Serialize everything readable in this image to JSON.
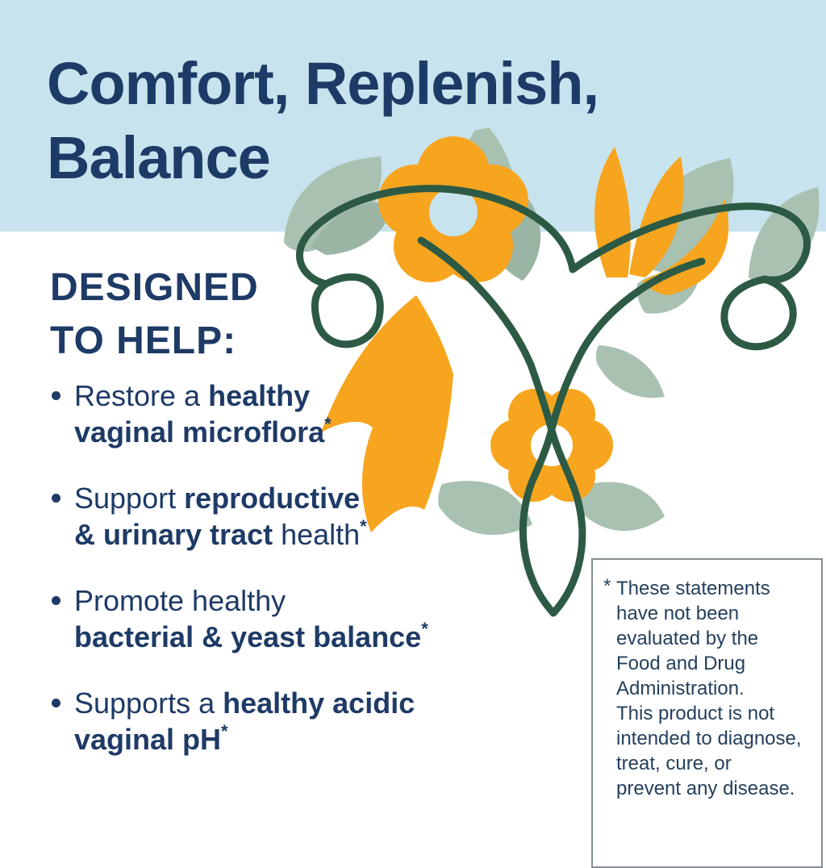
{
  "header": {
    "title": {
      "line1": "Comfort, Replenish,",
      "line2": "Balance"
    },
    "band_color": "#c7e3ee"
  },
  "section_heading": {
    "line1": "DESIGNED",
    "line2": "TO HELP:"
  },
  "bullets": [
    {
      "segments": [
        {
          "t": "Restore a ",
          "b": false
        },
        {
          "t": "healthy",
          "b": true
        },
        {
          "br": true
        },
        {
          "t": "vaginal microflora",
          "b": true
        },
        {
          "sup": "*"
        }
      ]
    },
    {
      "segments": [
        {
          "t": "Support ",
          "b": false
        },
        {
          "t": "reproductive",
          "b": true
        },
        {
          "br": true
        },
        {
          "t": "& urinary tract",
          "b": true
        },
        {
          "t": " health",
          "b": false
        },
        {
          "sup": "*"
        }
      ]
    },
    {
      "segments": [
        {
          "t": "Promote healthy",
          "b": false
        },
        {
          "br": true
        },
        {
          "t": "bacterial & yeast balance",
          "b": true
        },
        {
          "sup": "*"
        }
      ]
    },
    {
      "segments": [
        {
          "t": "Supports a ",
          "b": false
        },
        {
          "t": "healthy acidic",
          "b": true
        },
        {
          "br": true
        },
        {
          "t": "vaginal pH",
          "b": true
        },
        {
          "sup": "*"
        }
      ]
    }
  ],
  "disclaimer": {
    "marker": "*",
    "text": "These statements\nhave not been\nevaluated by the\nFood and Drug\nAdministration.\nThis product is not\nintended to diagnose,\ntreat, cure, or\nprevent any disease."
  },
  "illustration": {
    "name": "uterus-floral-illustration"
  },
  "colors": {
    "band_blue": "#c7e3ee",
    "navy_text": "#1e3a66",
    "orange": "#f7a51f",
    "sage_green": "#a9c1b0",
    "sage_green_dark": "#9bb5a4",
    "outline_green": "#2d5a44",
    "disclaimer_text": "#24405c",
    "box_border": "#848d95"
  }
}
